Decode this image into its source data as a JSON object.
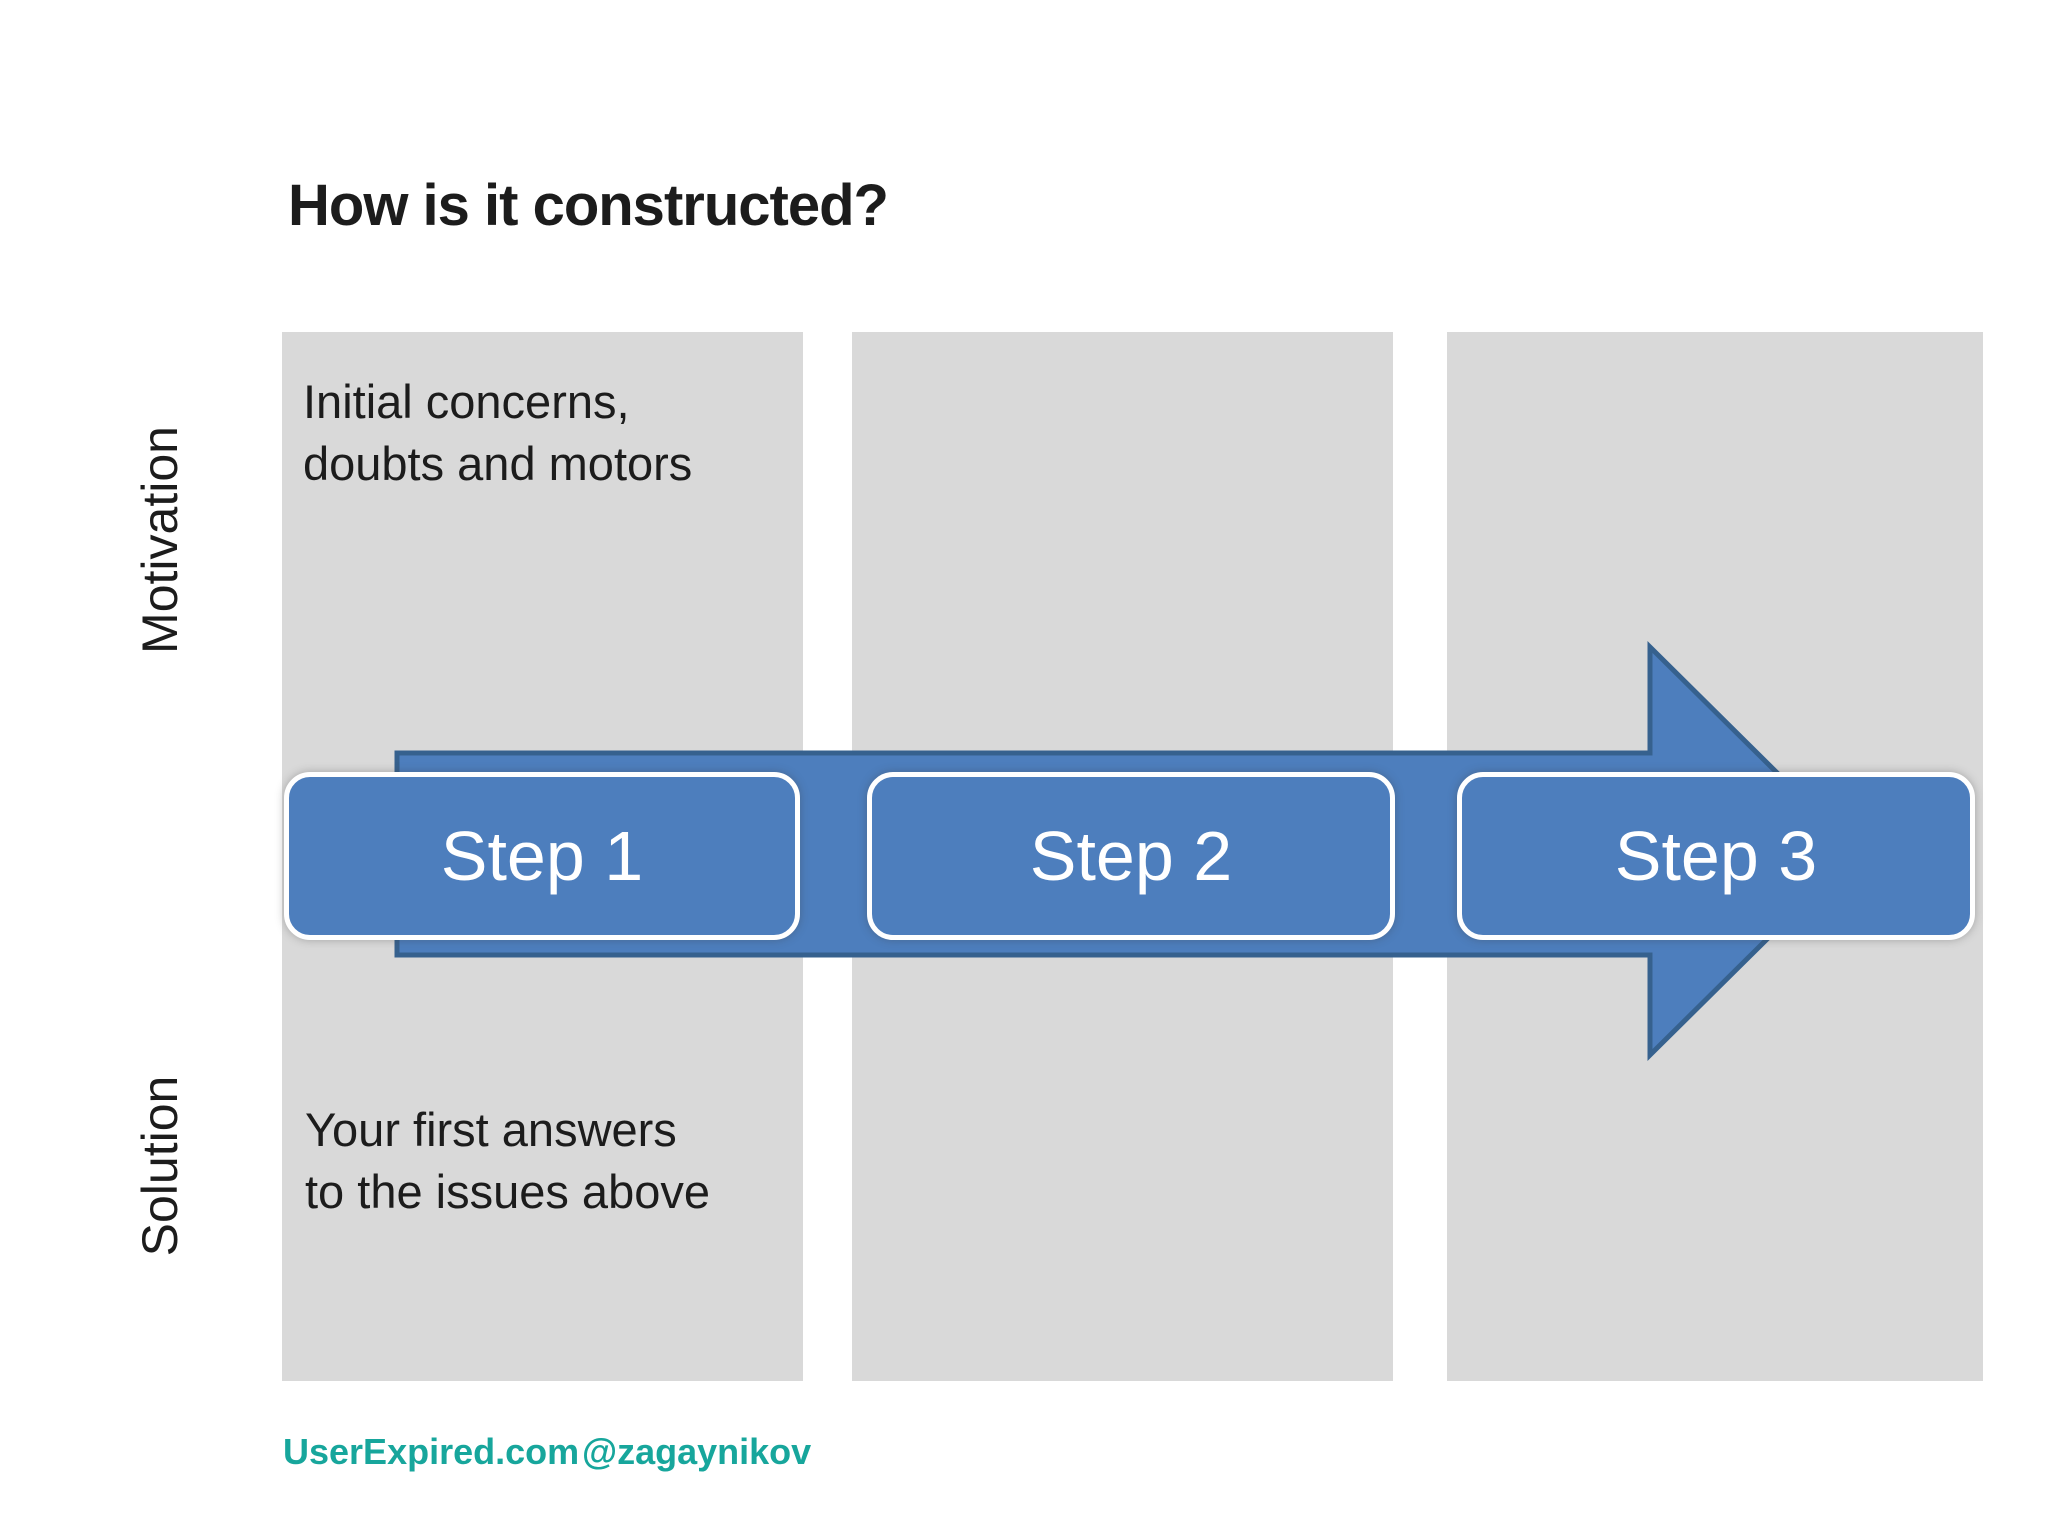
{
  "slide": {
    "title": "How is it constructed?",
    "row_labels": [
      {
        "label": "Motivation"
      },
      {
        "label": "Solution"
      }
    ],
    "column1": {
      "top": {
        "line1": "Initial concerns,",
        "line2": "doubts and motors"
      },
      "bottom": {
        "line1": "Your first answers",
        "line2": "to the issues above"
      }
    },
    "steps": [
      {
        "label": "Step 1"
      },
      {
        "label": "Step 2"
      },
      {
        "label": "Step 3"
      }
    ],
    "footer": {
      "site": "UserExpired.com",
      "handle": "@zagaynikov"
    },
    "colors": {
      "background": "#ffffff",
      "panel_gray": "#d9d9d9",
      "arrow_blue": "#4d7ebd",
      "arrow_outline": "#36618e",
      "button_border": "#ffffff",
      "step_text": "#ffffff",
      "text_dark": "#1c1c1c",
      "footer_teal": "#17a69c"
    }
  }
}
